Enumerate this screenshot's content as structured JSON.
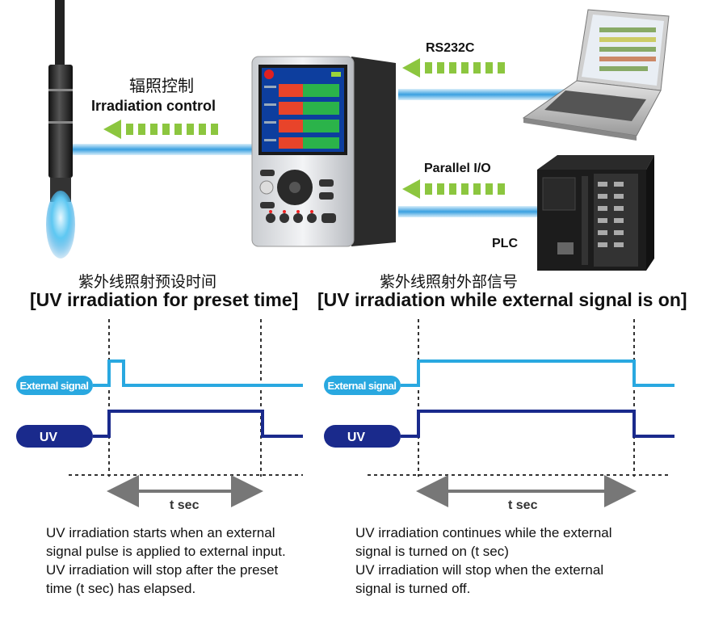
{
  "top": {
    "irradiation_cn": "辐照控制",
    "irradiation_en": "Irradiation control",
    "rs232c": "RS232C",
    "parallel_io": "Parallel I/O",
    "plc": "PLC"
  },
  "left_panel": {
    "title_cn": "紫外线照射预设时间",
    "title_en": "[UV irradiation for preset time]",
    "external_signal": "External signal",
    "uv": "UV",
    "tsec": "t sec",
    "desc": [
      "UV irradiation starts when an external",
      "signal pulse is applied to external input.",
      "UV irradiation will stop after the preset",
      "time (t sec) has elapsed."
    ]
  },
  "right_panel": {
    "title_cn": "紫外线照射外部信号",
    "title_en": "[UV irradiation while external signal is on]",
    "external_signal": "External signal",
    "uv": "UV",
    "tsec": "t sec",
    "desc": [
      "UV irradiation continues while the external",
      "signal is turned on (t sec)",
      "UV irradiation will stop when the external",
      "signal is turned off."
    ]
  },
  "colors": {
    "external_signal": "#29a8e0",
    "uv": "#1a2a8c",
    "arrow_green": "#8cc63f",
    "cable_blue": "#3aa0e0"
  }
}
